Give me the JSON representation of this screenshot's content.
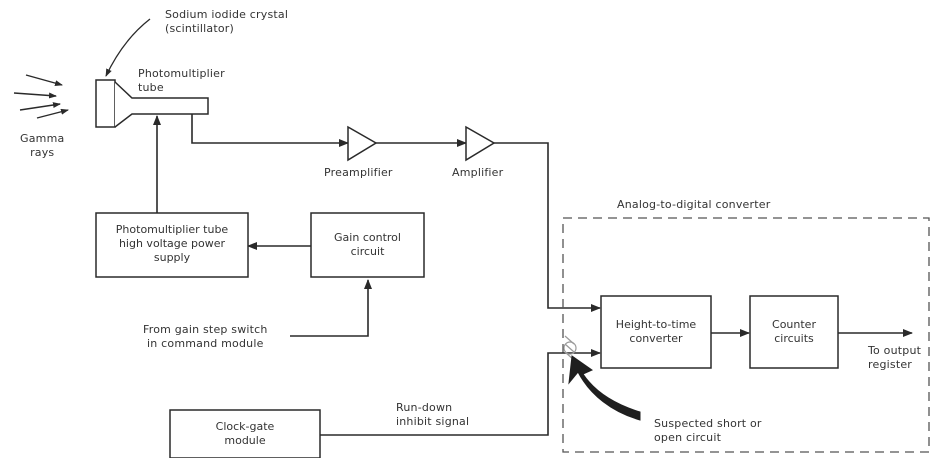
{
  "labels": {
    "sodium_iodide": "Sodium iodide crystal\n(scintillator)",
    "photomultiplier": "Photomultiplier\ntube",
    "gamma_rays": "Gamma\nrays",
    "preamplifier": "Preamplifier",
    "amplifier": "Amplifier",
    "adc": "Analog-to-digital converter",
    "from_gain_step": "From gain step switch\nin command module",
    "rundown_inhibit": "Run-down\ninhibit signal",
    "suspected_short": "Suspected short or\nopen circuit",
    "to_output": "To output\nregister"
  },
  "boxes": {
    "hv_supply": "Photomultiplier tube\nhigh voltage power\nsupply",
    "gain_control": "Gain control\ncircuit",
    "height_to_time": "Height-to-time\nconverter",
    "counter": "Counter\ncircuits",
    "clock_gate": "Clock-gate\nmodule"
  }
}
